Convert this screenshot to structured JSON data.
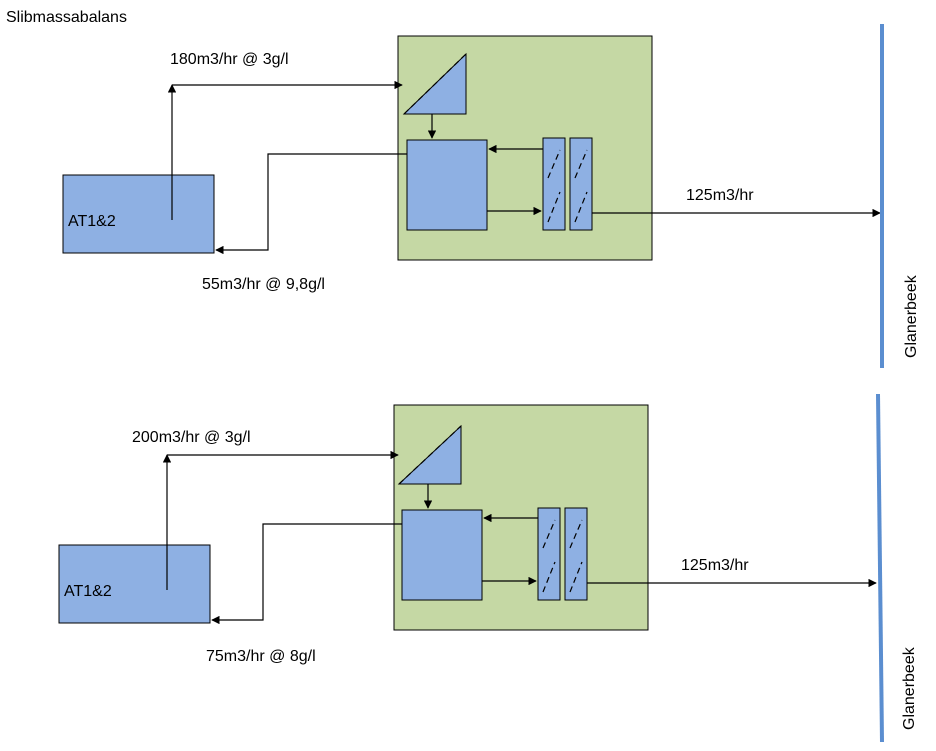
{
  "title": "Slibmassabalans",
  "colors": {
    "plant_fill": "#c5d8a4",
    "unit_fill": "#8eb0e3",
    "river": "#5b8ed0",
    "line": "#000000"
  },
  "diagrams": [
    {
      "tank_label": "AT1&2",
      "recycle_flow": "180m3/hr @ 3g/l",
      "return_flow": "55m3/hr @ 9,8g/l",
      "effluent_flow": "125m3/hr",
      "river_label": "Glanerbeek"
    },
    {
      "tank_label": "AT1&2",
      "recycle_flow": "200m3/hr @ 3g/l",
      "return_flow": "75m3/hr @ 8g/l",
      "effluent_flow": "125m3/hr",
      "river_label": "Glanerbeek"
    }
  ]
}
